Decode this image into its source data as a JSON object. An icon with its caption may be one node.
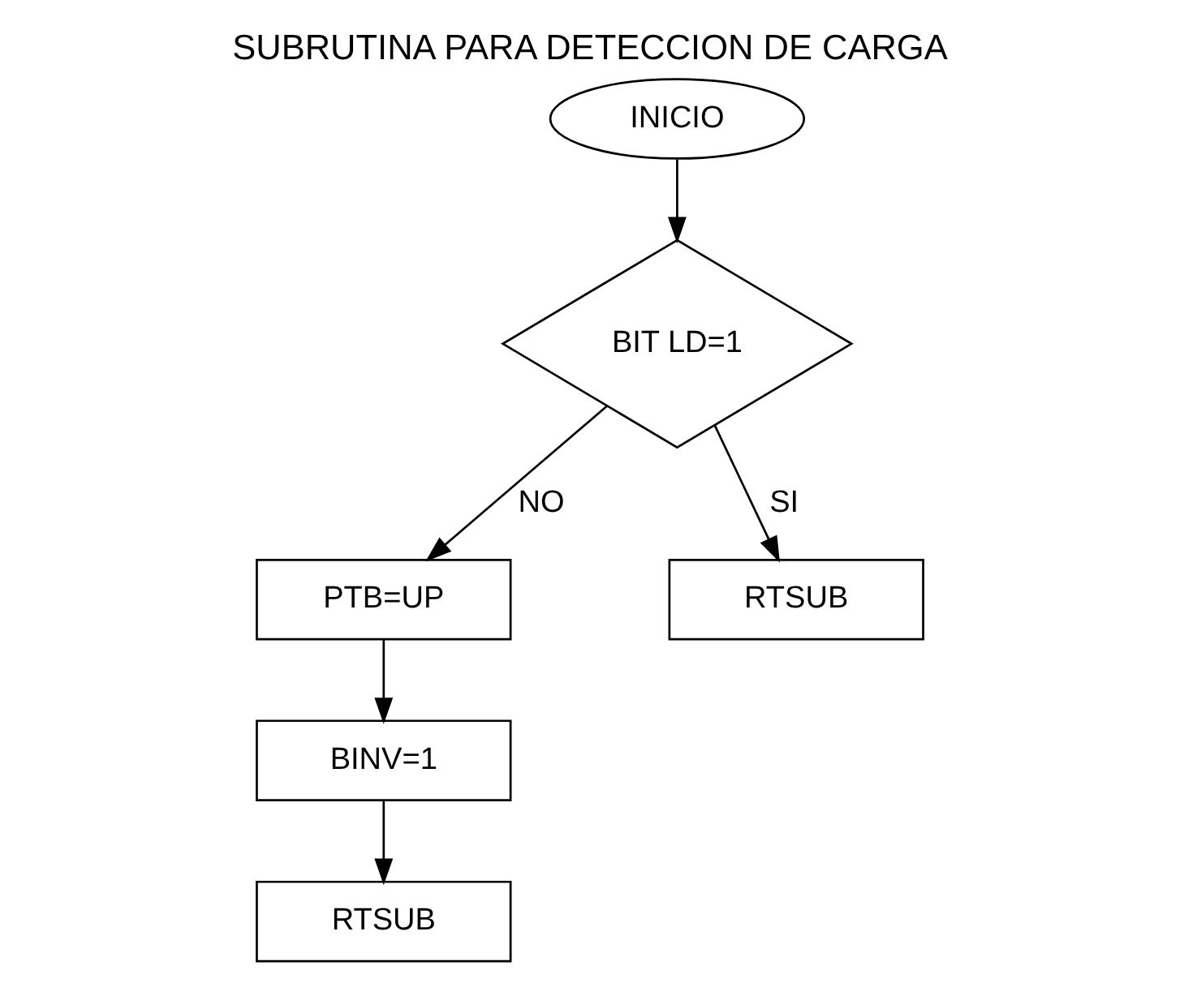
{
  "diagram": {
    "title": "SUBRUTINA PARA DETECCION DE CARGA",
    "nodes": [
      {
        "text": [
          "INICIO"
        ]
      },
      {
        "text": [
          "BIT LD=1"
        ]
      },
      {
        "text": [
          "PTB=UP"
        ]
      },
      {
        "text": [
          "RTSUB"
        ]
      },
      {
        "text": [
          "BINV=1"
        ]
      },
      {
        "text": [
          "RTSUB"
        ]
      }
    ],
    "edges": [
      {
        "from": 0,
        "to": 1,
        "arrow": "to"
      },
      {
        "from": 1,
        "to": 3,
        "arrow": "to",
        "label": "SI"
      },
      {
        "from": 1,
        "to": 2,
        "arrow": "to",
        "label": "NO"
      },
      {
        "from": 2,
        "to": 4,
        "arrow": "to"
      },
      {
        "from": 4,
        "to": 5,
        "arrow": "to"
      }
    ]
  }
}
